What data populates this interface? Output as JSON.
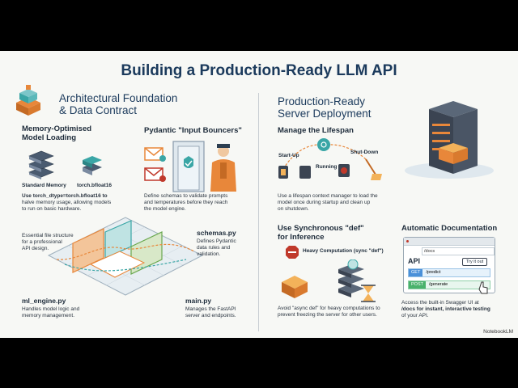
{
  "title": "Building a Production-Ready LLM API",
  "left": {
    "heading": [
      "Architectural Foundation",
      "& Data Contract"
    ],
    "memory": {
      "heading": [
        "Memory-Optimised",
        "Model Loading"
      ],
      "label_standard": "Standard Memory",
      "label_bf16": "torch.bfloat16",
      "desc": [
        "Use torch_dtype=torch.bfloat16 to",
        "halve memory usage, allowing models",
        "to run on basic hardware."
      ]
    },
    "pydantic": {
      "heading": "Pydantic \"Input Bouncers\"",
      "desc": [
        "Define schemas to validate prompts",
        "and temperatures before they reach",
        "the model engine."
      ]
    },
    "filestructure": {
      "desc": [
        "Essential file structure",
        "for a professional",
        "API design."
      ]
    },
    "schemas": {
      "name": "schemas.py",
      "desc": [
        "Defines Pydantic",
        "data rules and",
        "validation."
      ]
    },
    "ml_engine": {
      "name": "ml_engine.py",
      "desc": [
        "Handles model logic and",
        "memory management."
      ]
    },
    "main": {
      "name": "main.py",
      "desc": [
        "Manages the FastAPI",
        "server and endpoints."
      ]
    }
  },
  "right": {
    "heading": [
      "Production-Ready",
      "Server Deployment"
    ],
    "lifespan": {
      "heading": "Manage the Lifespan",
      "startup": "Start-Up",
      "running": "Running",
      "shutdown": "Shut-Down",
      "desc": [
        "Use a lifespan context manager to load the",
        "model once during startup and clean up",
        "on shutdown."
      ]
    },
    "sync": {
      "heading": [
        "Use Synchronous \"def\"",
        "for Inference"
      ],
      "heavy": "Heavy Computation (sync \"def\")",
      "desc": [
        "Avoid \"async def\" for heavy computations to",
        "prevent freezing the server for other users."
      ]
    },
    "docs": {
      "heading": "Automatic Documentation",
      "url": "/docs",
      "api_label": "API",
      "try_it_out": "Try it out",
      "get_method": "GET",
      "get_path": "/predict",
      "post_method": "POST",
      "post_path": "/generate",
      "desc": [
        "Access the built-in Swagger UI at",
        "/docs for instant, interactive testing",
        "of your API."
      ]
    }
  },
  "badge": "NotebookLM",
  "colors": {
    "title": "#1b3a5c",
    "accent_teal": "#3aa6a6",
    "accent_orange": "#e8873a",
    "server_dark": "#3b4452"
  }
}
